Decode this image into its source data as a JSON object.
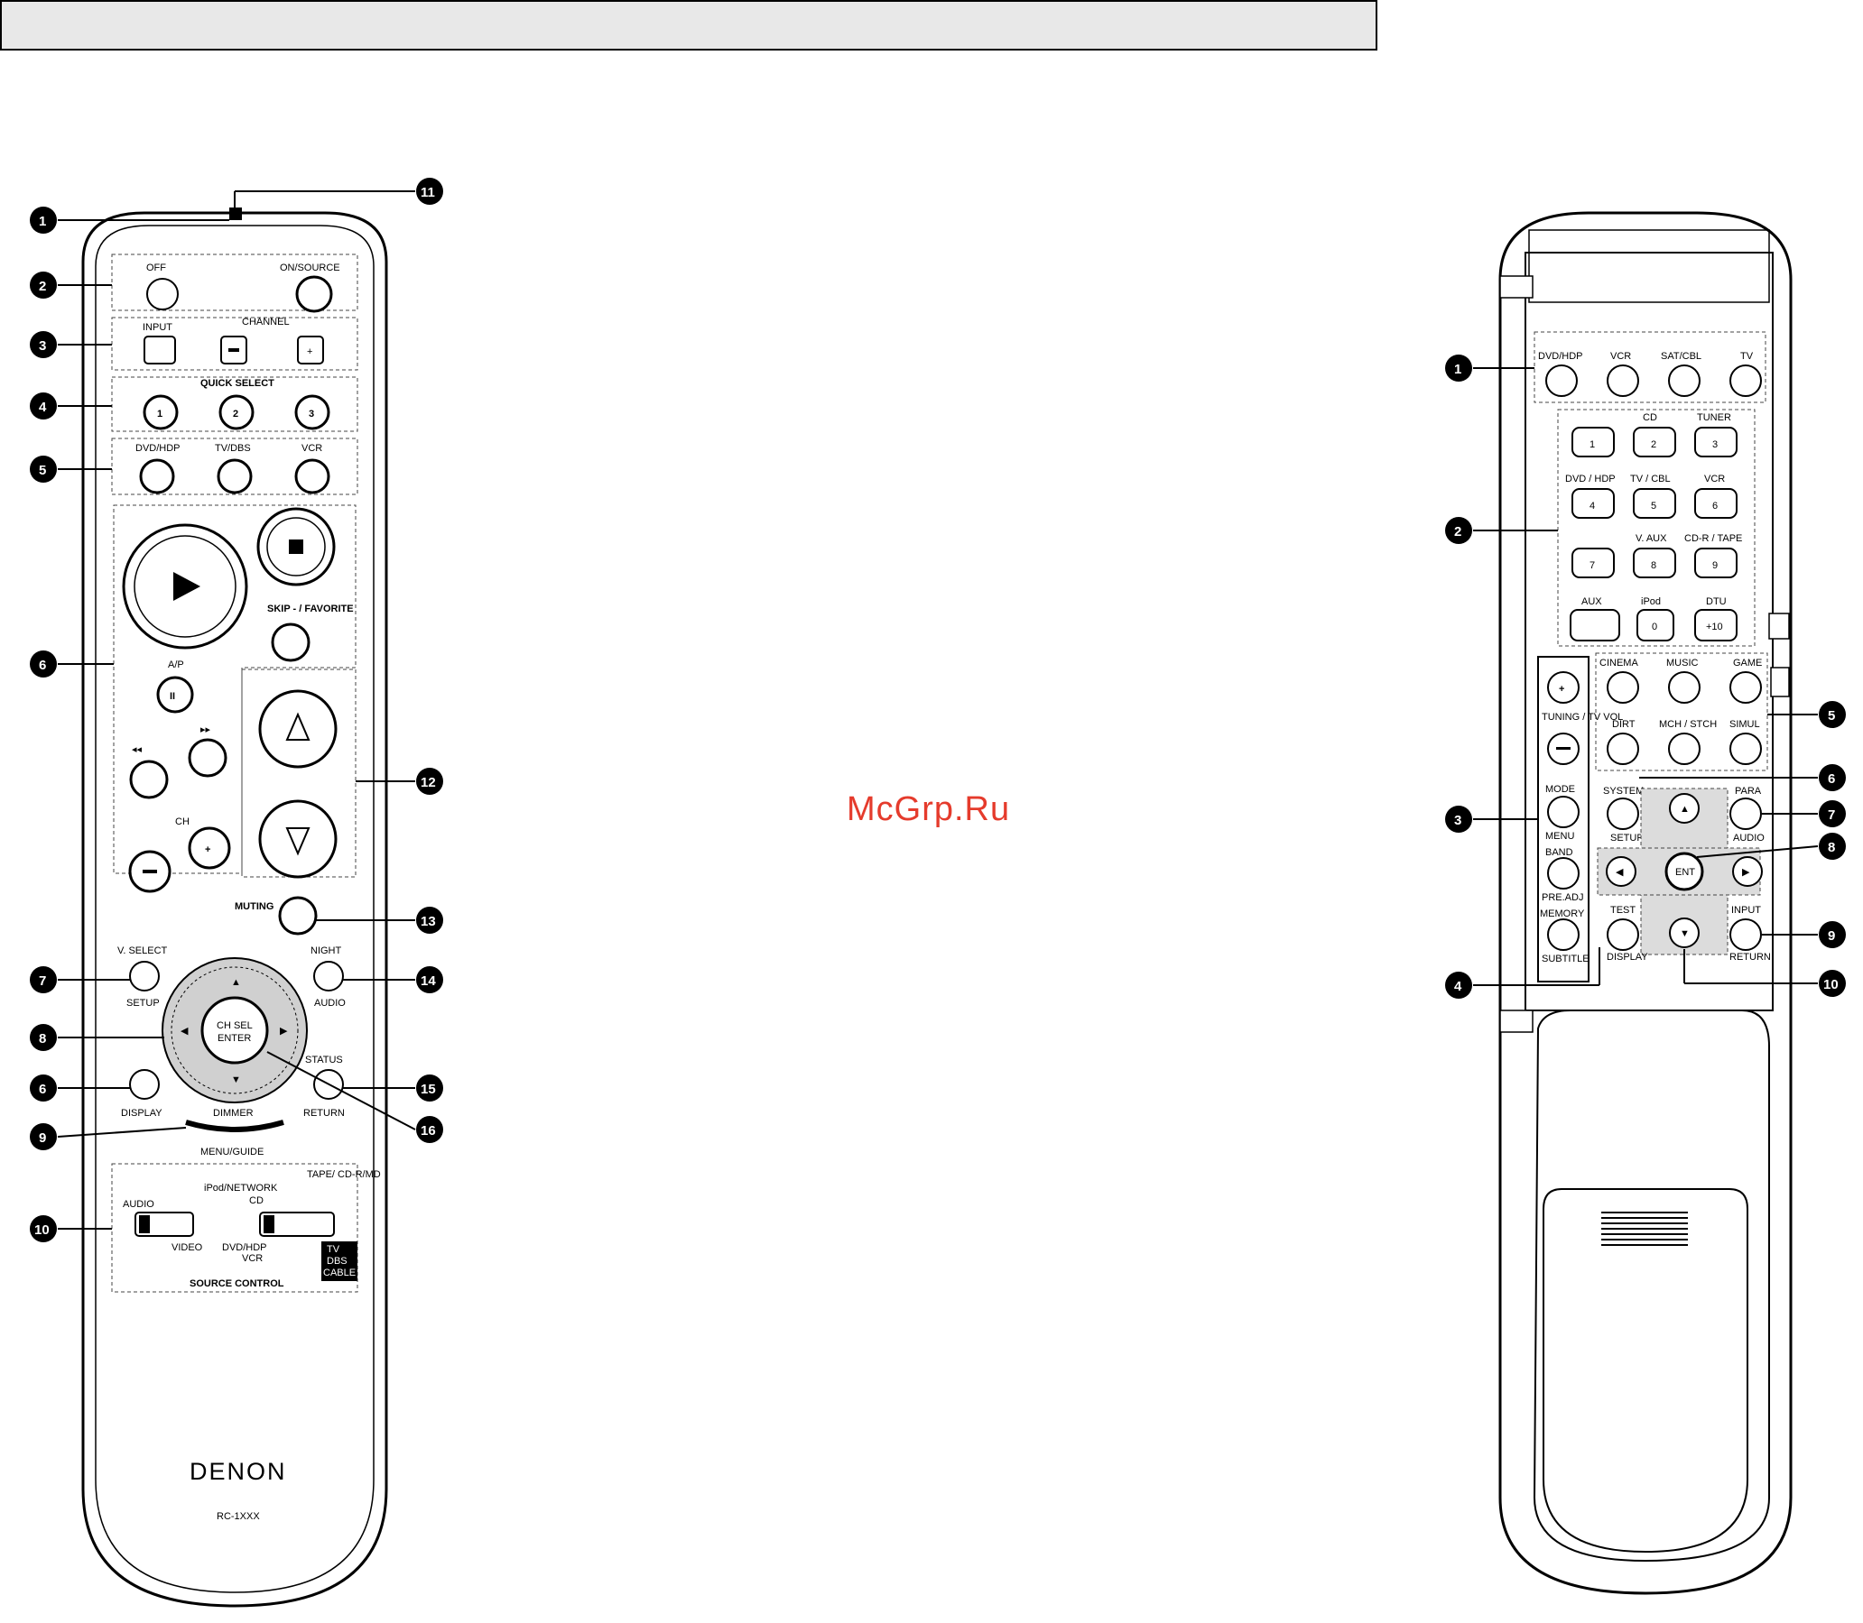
{
  "watermark": "McGrp.Ru",
  "remote_left": {
    "brand": "DENON",
    "model": "RC-1XXX",
    "labels": {
      "off": "OFF",
      "on_source": "ON/SOURCE",
      "input": "INPUT",
      "channel": "CHANNEL",
      "quick_select": "QUICK SELECT",
      "dvd_hdp": "DVD/HDP",
      "tv_dbs": "TV/DBS",
      "vcr": "VCR",
      "skip_favorite": "SKIP - / FAVORITE",
      "ap": "A/P",
      "ch": "CH",
      "muting": "MUTING",
      "v_select": "V. SELECT",
      "setup": "SETUP",
      "night": "NIGHT",
      "audio": "AUDIO",
      "ch_sel_enter_1": "CH SEL",
      "ch_sel_enter_2": "ENTER",
      "status": "STATUS",
      "return": "RETURN",
      "display": "DISPLAY",
      "dimmer": "DIMMER",
      "menu_guide": "MENU/GUIDE",
      "ipod_network": "iPod/NETWORK",
      "tape_cdr_md": "TAPE/ CD-R/MD",
      "audio_slider": "AUDIO",
      "cd": "CD",
      "video": "VIDEO",
      "dvd_hdp_slide": "DVD/HDP",
      "vcr_slide": "VCR",
      "tv": "TV",
      "dbs": "DBS",
      "cable": "CABLE",
      "source_control": "SOURCE CONTROL"
    },
    "callouts": [
      "1",
      "2",
      "3",
      "4",
      "5",
      "6",
      "6",
      "7",
      "8",
      "9",
      "10",
      "11",
      "12",
      "13",
      "14",
      "15",
      "16"
    ]
  },
  "remote_right": {
    "labels": {
      "dvd_hdp": "DVD/HDP",
      "vcr": "VCR",
      "sat_cbl": "SAT/CBL",
      "tv": "TV",
      "cd": "CD",
      "tuner": "TUNER",
      "dvd_hdp2": "DVD / HDP",
      "tv_cbl": "TV / CBL",
      "vcr2": "VCR",
      "v_aux": "V. AUX",
      "cdr_tape": "CD-R / TAPE",
      "aux": "AUX",
      "ipod": "iPod",
      "dtu": "DTU",
      "cinema": "CINEMA",
      "music": "MUSIC",
      "game": "GAME",
      "dirt": "DIRT",
      "mch_stch": "MCH / STCH",
      "simul": "SIMUL",
      "tuning_tvvol": "TUNING / TV VOL",
      "mode": "MODE",
      "menu": "MENU",
      "band": "BAND",
      "pre_adj": "PRE.ADJ",
      "memory": "MEMORY",
      "subtitle": "SUBTITLE",
      "system": "SYSTEM",
      "setup": "SETUP",
      "para": "PARA",
      "audio": "AUDIO",
      "ent": "ENT",
      "test": "TEST",
      "display": "DISPLAY",
      "input": "INPUT",
      "return": "RETURN"
    },
    "keypad": [
      "1",
      "2",
      "3",
      "4",
      "5",
      "6",
      "7",
      "8",
      "9",
      "0",
      "+10"
    ],
    "callouts": [
      "1",
      "2",
      "3",
      "4",
      "5",
      "6",
      "7",
      "8",
      "9",
      "10"
    ]
  }
}
